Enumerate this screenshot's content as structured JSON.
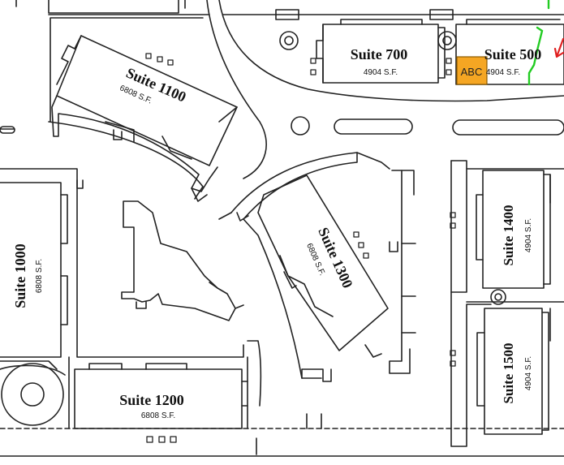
{
  "suites": [
    {
      "id": "suite-700",
      "name": "Suite 700",
      "area": "4904 S.F."
    },
    {
      "id": "suite-500",
      "name": "Suite 500",
      "area": "4904 S.F."
    },
    {
      "id": "suite-1100",
      "name": "Suite 1100",
      "area": "6808 S.F."
    },
    {
      "id": "suite-1300",
      "name": "Suite 1300",
      "area": "6808 S.F."
    },
    {
      "id": "suite-1400",
      "name": "Suite 1400",
      "area": "4904 S.F."
    },
    {
      "id": "suite-1000",
      "name": "Suite 1000",
      "area": "6808 S.F."
    },
    {
      "id": "suite-1500",
      "name": "Suite 1500",
      "area": "4904 S.F."
    },
    {
      "id": "suite-1200",
      "name": "Suite 1200",
      "area": "6808 S.F."
    }
  ],
  "marker": {
    "label": "ABC",
    "fill": "#f5a623",
    "stroke": "#8a5a00"
  },
  "highlight": {
    "boundary_color": "#22cc22",
    "arrow_color": "#e02020"
  },
  "colors": {
    "line": "#222222",
    "paper": "#ffffff"
  }
}
